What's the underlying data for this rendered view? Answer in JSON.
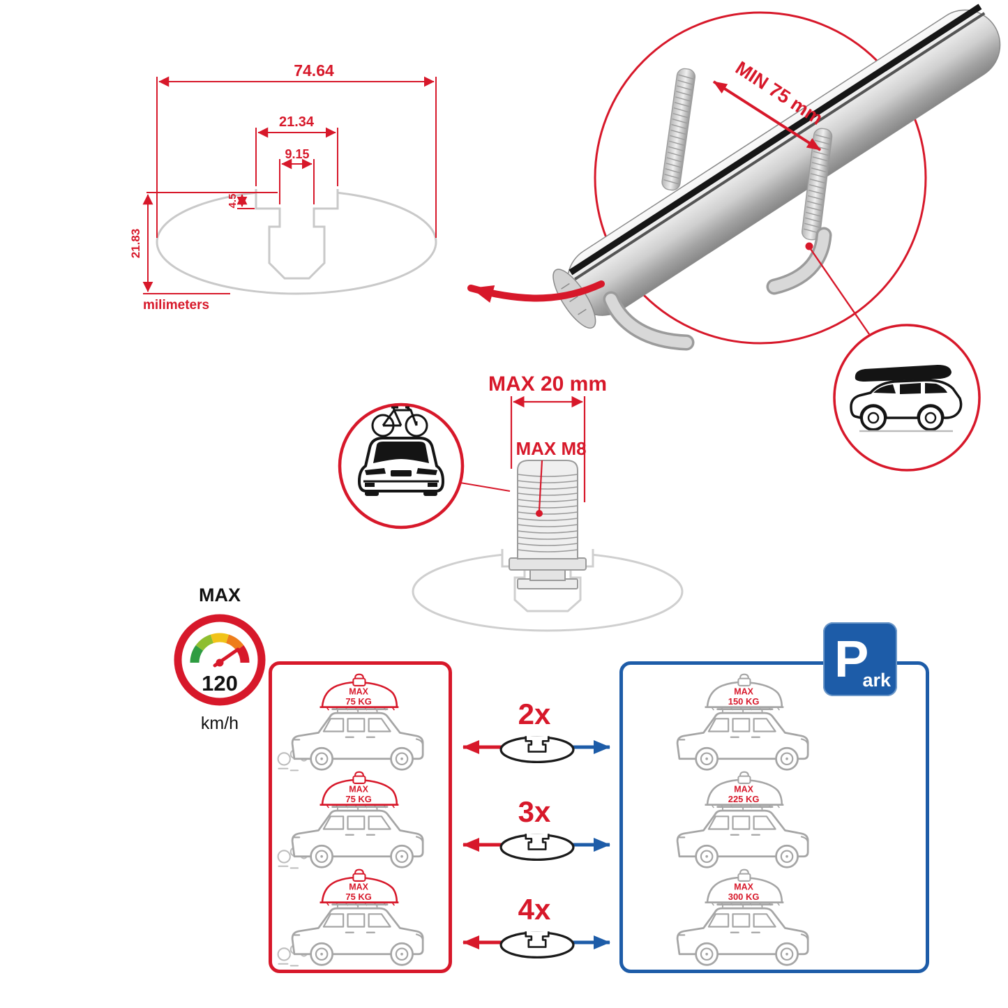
{
  "profile_dimensions": {
    "total_width": "74.64",
    "recess_width": "21.34",
    "slot_width": "9.15",
    "recess_depth": "4.5",
    "total_height": "21.83",
    "units_label": "milimeters"
  },
  "bar_detail": {
    "min_clamp_span": "MIN 75 mm"
  },
  "bolt_detail": {
    "max_protrusion": "MAX 20 mm",
    "max_thread": "MAX M8"
  },
  "speed_limit": {
    "label": "MAX",
    "value": "120",
    "unit": "km/h"
  },
  "park_sign": {
    "letter": "P",
    "suffix": "ark"
  },
  "capacity": {
    "multipliers": [
      "2x",
      "3x",
      "4x"
    ],
    "driving": [
      {
        "label": "MAX",
        "load": "75 KG"
      },
      {
        "label": "MAX",
        "load": "75 KG"
      },
      {
        "label": "MAX",
        "load": "75 KG"
      }
    ],
    "parked": [
      {
        "label": "MAX",
        "load": "150 KG"
      },
      {
        "label": "MAX",
        "load": "225 KG"
      },
      {
        "label": "MAX",
        "load": "300 KG"
      }
    ]
  },
  "colors": {
    "red": "#d7182a",
    "blue": "#1d5ca8",
    "line_gray": "#a5a5a5",
    "profile_gray": "#c9c9c9"
  }
}
